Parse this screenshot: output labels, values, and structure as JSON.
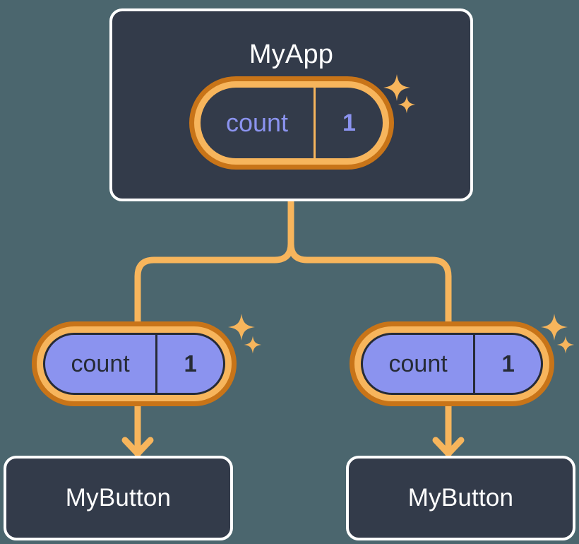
{
  "diagram": {
    "title_text": "MyApp",
    "background_color": "#4b666e",
    "box_fill_color": "#333b4a",
    "box_border_color": "#ffffff",
    "accent_color": "#f7b55c",
    "accent_dark_color": "#c87418",
    "state_color": "#8b93ef",
    "nodes": {
      "app": {
        "label": "MyApp",
        "state": {
          "key": "count",
          "value": "1"
        }
      },
      "child_left": {
        "label": "MyButton",
        "state": {
          "key": "count",
          "value": "1"
        }
      },
      "child_right": {
        "label": "MyButton",
        "state": {
          "key": "count",
          "value": "1"
        }
      }
    },
    "icons": {
      "sparkle_large": "sparkle-icon",
      "sparkle_small": "sparkle-icon",
      "arrow_down": "arrow-down-icon",
      "branch_connector": "tree-branch-connector"
    }
  }
}
